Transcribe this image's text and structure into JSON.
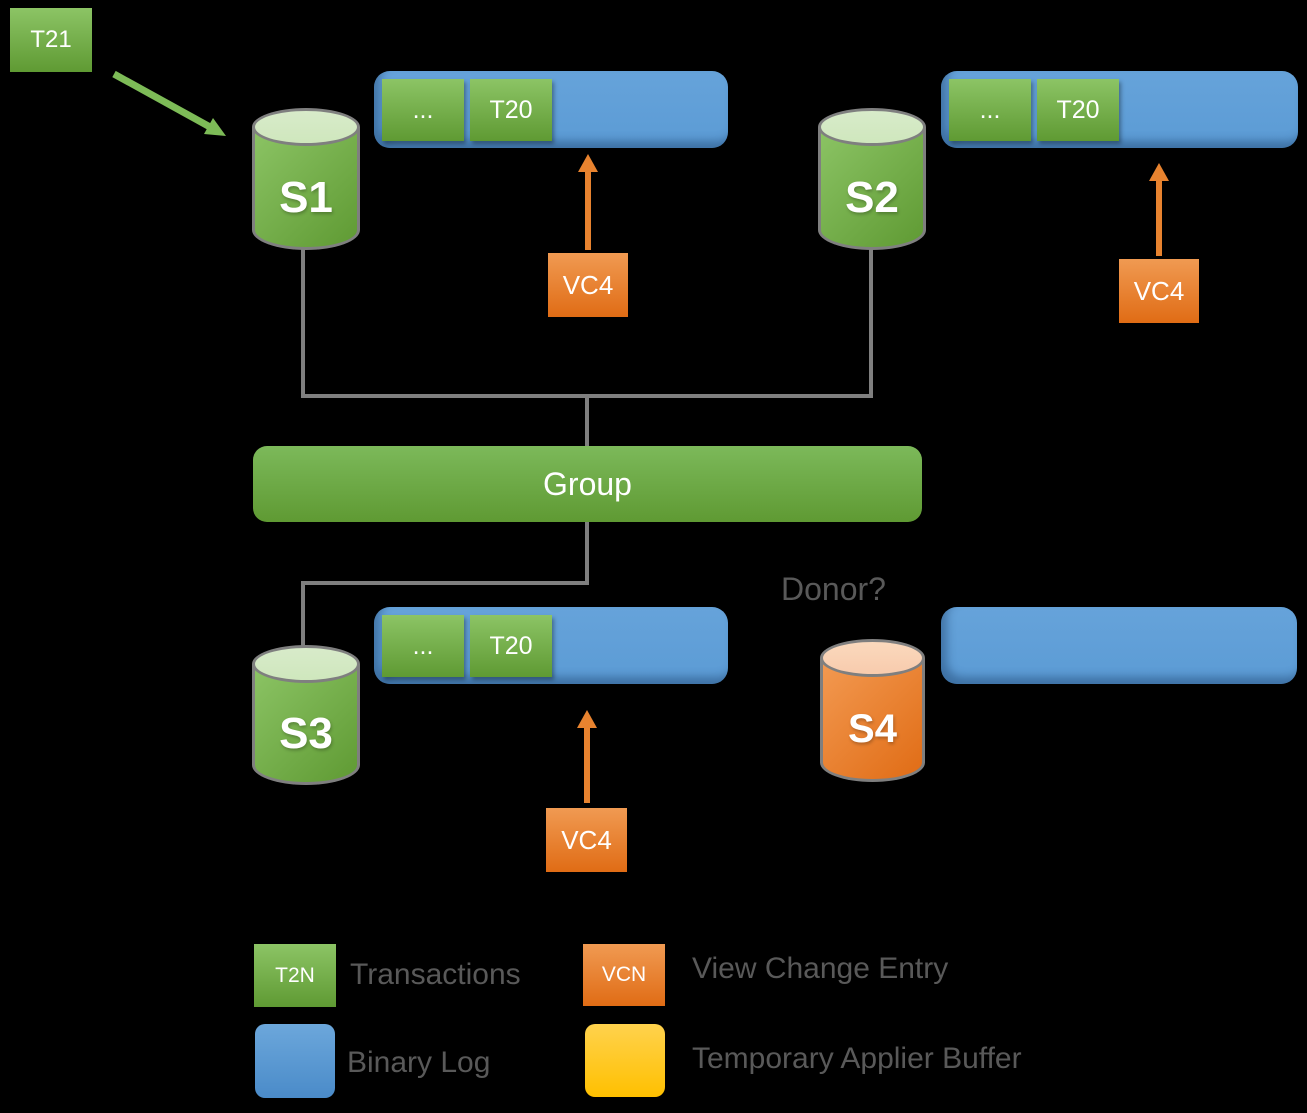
{
  "colors": {
    "background": "#000000",
    "green": "#6fad47",
    "green_light": "#8cc465",
    "green_dark": "#5f9a33",
    "green_pale": "#cfe7bd",
    "blue": "#5b9bd5",
    "blue_dark": "#41719c",
    "orange": "#ed7d31",
    "orange_dark": "#e06c15",
    "orange_pale": "#f8cbad",
    "yellow": "#ffc000",
    "yellow_light": "#ffd24d",
    "gray_text": "#595959",
    "connector": "#7f7f7f",
    "arrow_green": "#7dbb57",
    "arrow_orange": "#e8832f"
  },
  "diagram": {
    "incoming_transaction": {
      "label": "T21"
    },
    "servers": [
      {
        "label": "S1"
      },
      {
        "label": "S2"
      },
      {
        "label": "S3"
      },
      {
        "label": "S4"
      }
    ],
    "group": {
      "label": "Group"
    },
    "donor_question": "Donor?",
    "binary_logs": [
      {
        "name": "s1-binary-log",
        "entries": [
          "...",
          "T20"
        ]
      },
      {
        "name": "s2-binary-log",
        "entries": [
          "...",
          "T20"
        ]
      },
      {
        "name": "s3-binary-log",
        "entries": [
          "...",
          "T20"
        ]
      },
      {
        "name": "s4-binary-log",
        "entries": []
      }
    ],
    "view_changes": [
      "VC4",
      "VC4",
      "VC4"
    ]
  },
  "legend": {
    "transactions": {
      "swatch": "T2N",
      "label": "Transactions"
    },
    "view_change": {
      "swatch": "VCN",
      "label": "View Change Entry"
    },
    "binary_log": {
      "label": "Binary Log"
    },
    "applier_buffer": {
      "label": "Temporary Applier Buffer"
    }
  }
}
